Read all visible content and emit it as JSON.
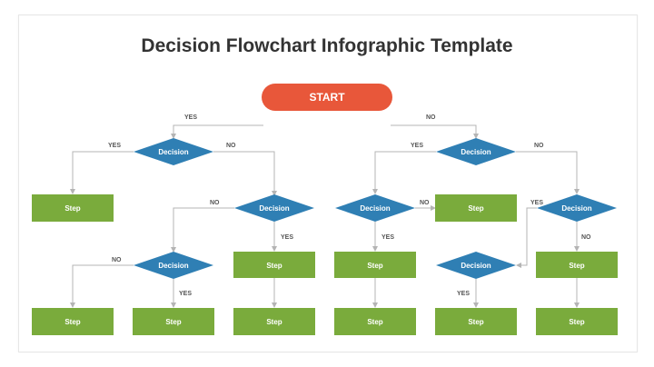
{
  "title": "Decision Flowchart Infographic Template",
  "start_label": "START",
  "decision_label": "Decision",
  "step_label": "Step",
  "yes_label": "YES",
  "no_label": "NO",
  "colors": {
    "start": "#e8573a",
    "decision": "#2f7fb4",
    "step": "#7aab3c",
    "connector": "#b4b4b4"
  }
}
